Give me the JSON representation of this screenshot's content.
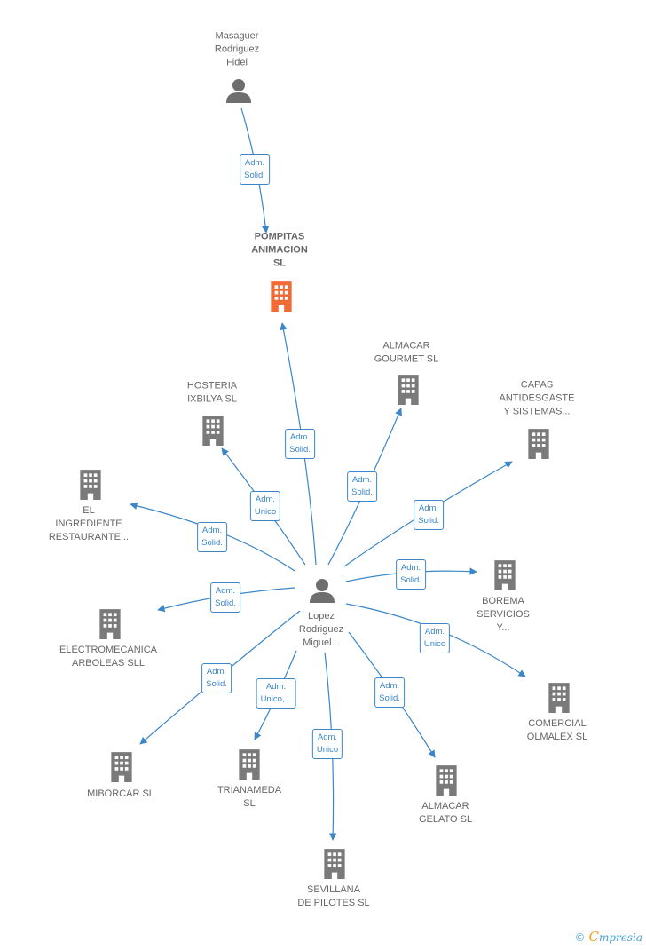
{
  "colors": {
    "edge": "#3a86c8",
    "company": "#7a7a7a",
    "company_focus": "#f26a35",
    "person": "#6e6e6e"
  },
  "nodes": [
    {
      "id": "masaguer",
      "kind": "person",
      "label": "Masaguer\nRodriguez\nFidel",
      "icon": "person-icon"
    },
    {
      "id": "pompitas",
      "kind": "company-focus",
      "label": "POMPITAS\nANIMACION\nSL",
      "icon": "building-icon"
    },
    {
      "id": "lopez",
      "kind": "person",
      "label": "Lopez\nRodriguez\nMiguel...",
      "icon": "person-icon"
    },
    {
      "id": "hosteria",
      "kind": "company",
      "label": "HOSTERIA\nIXBILYA SL",
      "icon": "building-icon"
    },
    {
      "id": "almacar_gourmet",
      "kind": "company",
      "label": "ALMACAR\nGOURMET SL",
      "icon": "building-icon"
    },
    {
      "id": "capas",
      "kind": "company",
      "label": "CAPAS\nANTIDESGASTE\nY SISTEMAS...",
      "icon": "building-icon"
    },
    {
      "id": "el_ingrediente",
      "kind": "company",
      "label": "EL\nINGREDIENTE\nRESTAURANTE...",
      "icon": "building-icon"
    },
    {
      "id": "borema",
      "kind": "company",
      "label": "BOREMA\nSERVICIOS\nY...",
      "icon": "building-icon"
    },
    {
      "id": "electromecanica",
      "kind": "company",
      "label": "ELECTROMECANICA\nARBOLEAS SLL",
      "icon": "building-icon"
    },
    {
      "id": "comercial",
      "kind": "company",
      "label": "COMERCIAL\nOLMALEX SL",
      "icon": "building-icon"
    },
    {
      "id": "miborcar",
      "kind": "company",
      "label": "MIBORCAR SL",
      "icon": "building-icon"
    },
    {
      "id": "trianameda",
      "kind": "company",
      "label": "TRIANAMEDA\nSL",
      "icon": "building-icon"
    },
    {
      "id": "almacar_gelato",
      "kind": "company",
      "label": "ALMACAR\nGELATO SL",
      "icon": "building-icon"
    },
    {
      "id": "sevillana",
      "kind": "company",
      "label": "SEVILLANA\nDE PILOTES SL",
      "icon": "building-icon"
    }
  ],
  "edges": [
    {
      "from": "masaguer",
      "to": "pompitas",
      "label": "Adm.\nSolid."
    },
    {
      "from": "lopez",
      "to": "pompitas",
      "label": "Adm.\nSolid."
    },
    {
      "from": "lopez",
      "to": "hosteria",
      "label": "Adm.\nUnico"
    },
    {
      "from": "lopez",
      "to": "almacar_gourmet",
      "label": "Adm.\nSolid."
    },
    {
      "from": "lopez",
      "to": "capas",
      "label": "Adm.\nSolid."
    },
    {
      "from": "lopez",
      "to": "el_ingrediente",
      "label": "Adm.\nSolid."
    },
    {
      "from": "lopez",
      "to": "borema",
      "label": "Adm.\nSolid."
    },
    {
      "from": "lopez",
      "to": "electromecanica",
      "label": "Adm.\nSolid."
    },
    {
      "from": "lopez",
      "to": "comercial",
      "label": "Adm.\nUnico"
    },
    {
      "from": "lopez",
      "to": "miborcar",
      "label": "Adm.\nSolid."
    },
    {
      "from": "lopez",
      "to": "trianameda",
      "label": "Adm.\nUnico,..."
    },
    {
      "from": "lopez",
      "to": "almacar_gelato",
      "label": "Adm.\nSolid."
    },
    {
      "from": "lopez",
      "to": "sevillana",
      "label": "Adm.\nUnico"
    }
  ],
  "footer": {
    "copyright": "©",
    "brand_initial": "C",
    "brand_rest": "mpresia"
  }
}
